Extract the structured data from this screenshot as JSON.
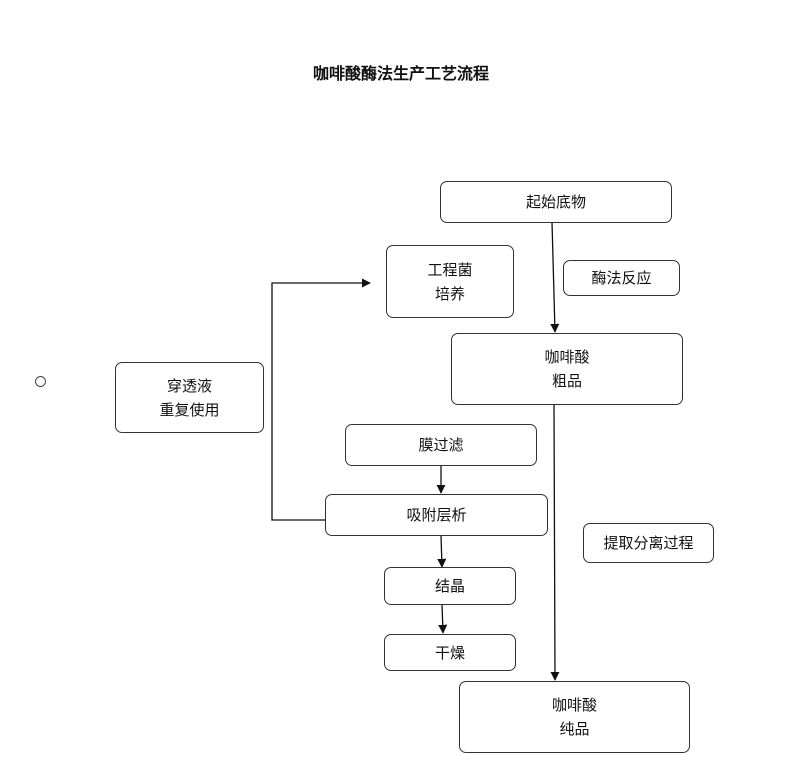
{
  "title": "咖啡酸酶法生产工艺流程",
  "nodes": {
    "start_material": "起始底物",
    "enzymatic_reaction": "酶法反应",
    "engineered_strain": [
      "工程菌",
      "培养"
    ],
    "crude_caffeic_acid": [
      "咖啡酸",
      "粗品"
    ],
    "permeate_reuse": [
      "穿透液",
      "重复使用"
    ],
    "membrane_filtration": "膜过滤",
    "adsorption_chromatography": "吸附层析",
    "extraction_process": "提取分离过程",
    "crystallization": "结晶",
    "drying": "干燥",
    "pure_caffeic_acid": [
      "咖啡酸",
      "纯品"
    ]
  }
}
